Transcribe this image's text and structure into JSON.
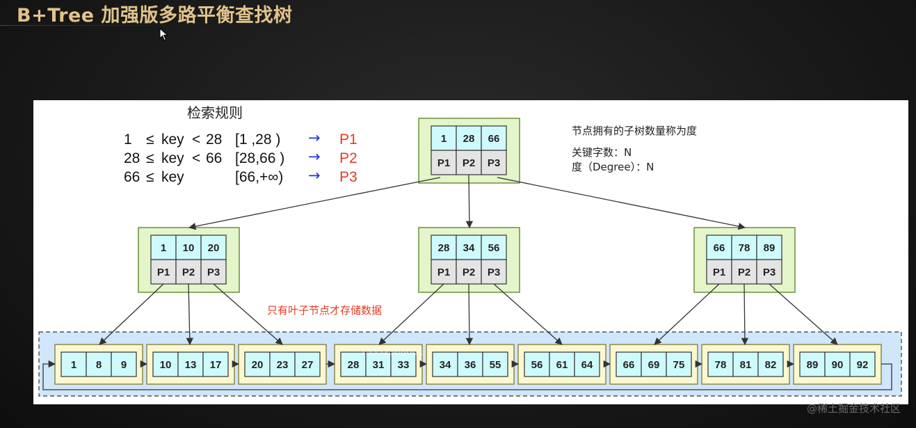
{
  "title": "B+Tree 加强版多路平衡查找树",
  "watermark": "@稀土掘金技术社区",
  "overlay_text": "13552368001",
  "rules": {
    "heading": "检索规则",
    "rows": [
      {
        "low": "1",
        "op1": "≤",
        "key": "key",
        "op2": "<",
        "high": "28",
        "range": "[1 ,28 )",
        "arrow": "→",
        "target": "P1"
      },
      {
        "low": "28",
        "op1": "≤",
        "key": "key",
        "op2": "<",
        "high": "66",
        "range": "[28,66 )",
        "arrow": "→",
        "target": "P2"
      },
      {
        "low": "66",
        "op1": "≤",
        "key": "key",
        "op2": "",
        "high": "",
        "range": "[66,+∞)",
        "arrow": "→",
        "target": "P3"
      }
    ]
  },
  "notes": {
    "degree_title": "节点拥有的子树数量称为度",
    "key_count": "关键字数：N",
    "degree": "度（Degree）：N",
    "leaf_note": "只有叶子节点才存储数据"
  },
  "colors": {
    "node_border_green": "#6b8f3c",
    "node_fill_green": "#e3f5c9",
    "key_cell": "#cffafc",
    "pointer_cell": "#e4e4e4",
    "leaf_fill": "#fbf7cf",
    "leaf_border": "#8d874a",
    "leaf_band": "#cfe6fb",
    "red": "#e53a22",
    "blue": "#2233dd"
  },
  "tree": {
    "root": {
      "keys": [
        "1",
        "28",
        "66"
      ],
      "pointers": [
        "P1",
        "P2",
        "P3"
      ]
    },
    "internal": [
      {
        "keys": [
          "1",
          "10",
          "20"
        ],
        "pointers": [
          "P1",
          "P2",
          "P3"
        ]
      },
      {
        "keys": [
          "28",
          "34",
          "56"
        ],
        "pointers": [
          "P1",
          "P2",
          "P3"
        ]
      },
      {
        "keys": [
          "66",
          "78",
          "89"
        ],
        "pointers": [
          "P1",
          "P2",
          "P3"
        ]
      }
    ],
    "leaves": [
      [
        "1",
        "8",
        "9"
      ],
      [
        "10",
        "13",
        "17"
      ],
      [
        "20",
        "23",
        "27"
      ],
      [
        "28",
        "31",
        "33"
      ],
      [
        "34",
        "36",
        "55"
      ],
      [
        "56",
        "61",
        "64"
      ],
      [
        "66",
        "69",
        "75"
      ],
      [
        "78",
        "81",
        "82"
      ],
      [
        "89",
        "90",
        "92"
      ]
    ]
  }
}
